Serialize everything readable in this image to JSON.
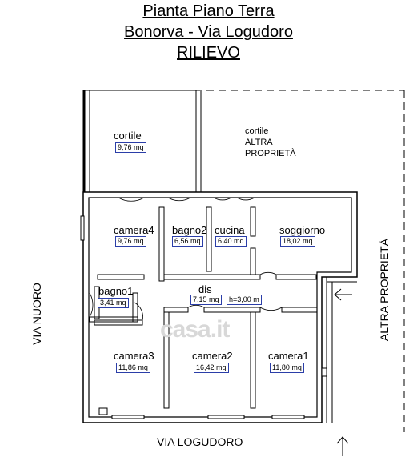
{
  "title": {
    "line1": "Pianta Piano Terra",
    "line2": "Bonorva - Via Logudoro",
    "line3": "RILIEVO"
  },
  "rooms": [
    {
      "name": "cortile",
      "area": "9,76 mq"
    },
    {
      "name": "camera4",
      "area": "9,76 mq"
    },
    {
      "name": "bagno2",
      "area": "6,56 mq"
    },
    {
      "name": "cucina",
      "area": "6,40 mq"
    },
    {
      "name": "soggiorno",
      "area": "18,02 mq"
    },
    {
      "name": "bagno1",
      "area": "3,41 mq"
    },
    {
      "name": "dis",
      "area": "7,15 mq"
    },
    {
      "name": "camera3",
      "area": "11,86 mq"
    },
    {
      "name": "camera2",
      "area": "16,42 mq"
    },
    {
      "name": "camera1",
      "area": "11,80 mq"
    }
  ],
  "other_property": {
    "line1": "cortile",
    "line2": "ALTRA",
    "line3": "PROPRIETÀ"
  },
  "height_note": "h=3,00 m",
  "streets": {
    "left": "VIA NUORO",
    "bottom": "VIA LOGUDORO",
    "right": "ALTRA PROPRIETÀ"
  },
  "watermark": "casa.it",
  "icons": {
    "entrance_arrows": "arrow-icon"
  }
}
